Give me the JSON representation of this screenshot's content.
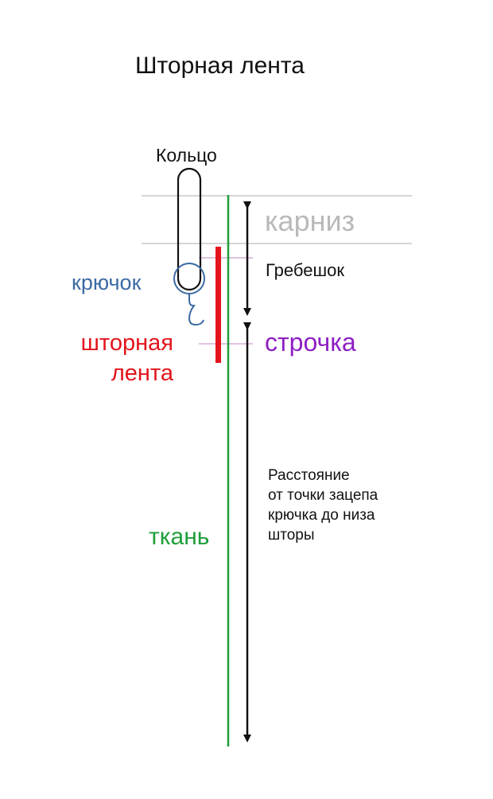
{
  "title": "Шторная лента",
  "labels": {
    "ring": "Кольцо",
    "rod": "карниз",
    "heading": "Гребешок",
    "hook": "крючок",
    "tape_line1": "шторная",
    "tape_line2": "лента",
    "stitch": "строчка",
    "distance_line1": "Расстояние",
    "distance_line2": "от точки зацепа",
    "distance_line3": "крючка до низа",
    "distance_line4": "шторы",
    "fabric": "ткань"
  },
  "colors": {
    "rod": "#b9b9b9",
    "hook": "#3b6aa3",
    "tape": "#e3141c",
    "stitch": "#8e1fc4",
    "fabric": "#1f9e3a",
    "text": "#111111",
    "arrow": "#111111",
    "guide": "#c9c9c9",
    "stitch_guide": "#d7aed7"
  }
}
